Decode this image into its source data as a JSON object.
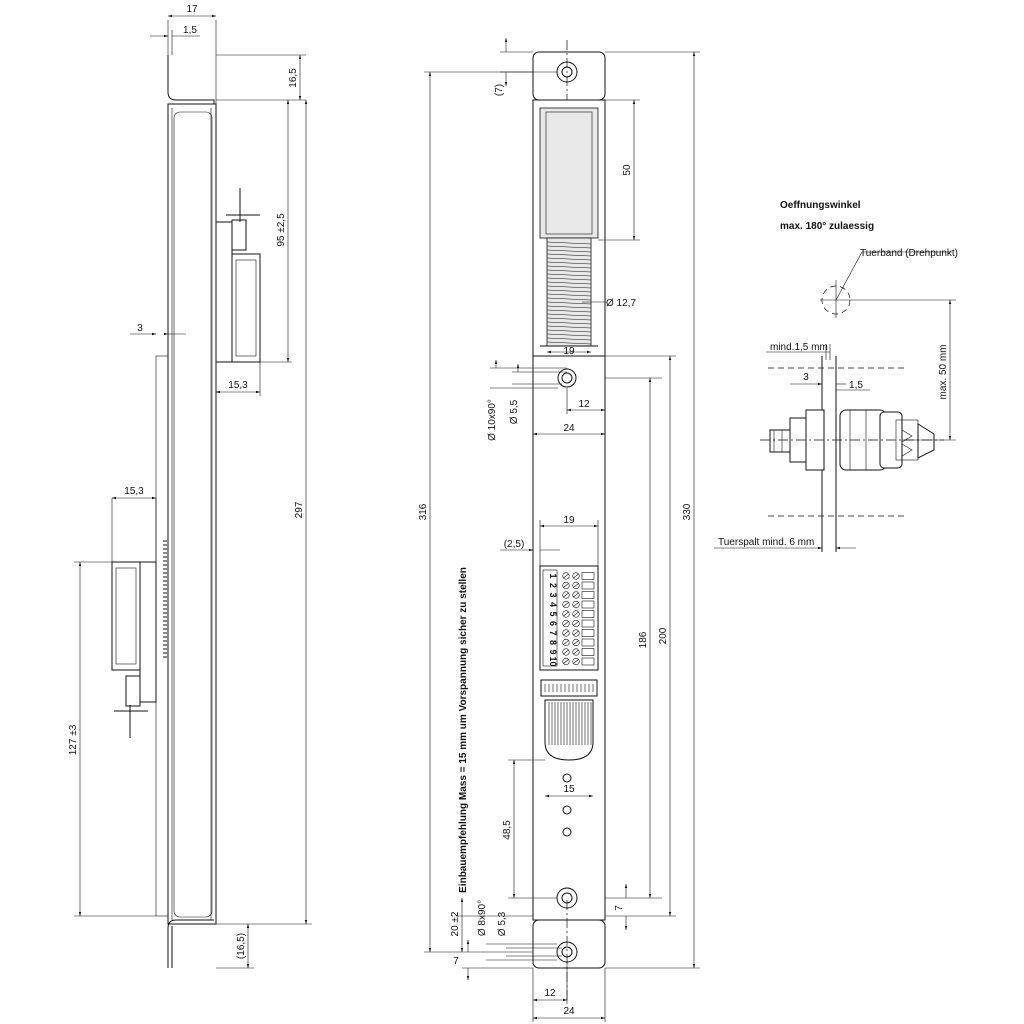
{
  "side_view": {
    "dims": {
      "top_width": "17",
      "lip": "1,5",
      "top_height": "16,5",
      "upper_connector_height": "95 ±2,5",
      "upper_connector_depth": "15,3",
      "total_height": "297",
      "wall": "3",
      "lower_connector_depth": "15,3",
      "lower_connector_height": "127 ±3",
      "bottom_height": "(16,5)"
    }
  },
  "front_view": {
    "dims": {
      "top_offset": "(7)",
      "window_height": "50",
      "spring_dia": "Ø 12,7",
      "inner_width": "19",
      "hole_dia_a": "Ø 10x90°",
      "hole_dia_b": "Ø 5,5",
      "offset_12": "12",
      "width_24": "24",
      "total_316": "316",
      "total_330": "330",
      "terminal_width": "19",
      "terminal_offset": "(2,5)",
      "dim_186": "186",
      "dim_200": "200",
      "dim_15": "15",
      "dim_48_5": "48,5",
      "bottom_7": "7",
      "dim_20": "20 ±2",
      "hole_dia_c": "Ø 8x90°",
      "hole_dia_d": "Ø 5,3",
      "bottom_left_7": "7",
      "bottom_12": "12",
      "bottom_24": "24"
    },
    "terminal_numbers": [
      "1",
      "2",
      "3",
      "4",
      "5",
      "6",
      "7",
      "8",
      "9",
      "10"
    ],
    "installation_note": "Einbauempfehlung Mass = 15 mm um Vorspannung sicher zu stellen"
  },
  "detail": {
    "title_line1": "Oeffnungswinkel",
    "title_line2": "max. 180° zulaessig",
    "hinge_label": "Tuerband (Drehpunkt)",
    "min_gap_label": "mind.1,5 mm",
    "dim_3": "3",
    "dim_1_5": "1,5",
    "max_50": "max. 50 mm",
    "door_gap_label": "Tuerspalt mind. 6 mm"
  }
}
